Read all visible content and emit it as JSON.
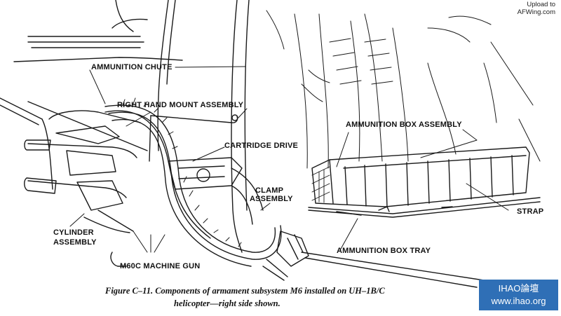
{
  "watermark_top": {
    "line1": "Upload to",
    "line2": "AFWing.com"
  },
  "labels": {
    "ammunition_chute": "AMMUNITION CHUTE",
    "right_hand_mount": "RIGHT HAND MOUNT ASSEMBLY",
    "cartridge_drive": "CARTRIDGE DRIVE",
    "ammunition_box_assembly": "AMMUNITION BOX ASSEMBLY",
    "clamp_line1": "CLAMP",
    "clamp_line2": "ASSEMBLY",
    "strap": "STRAP",
    "cylinder_line1": "CYLINDER",
    "cylinder_line2": "ASSEMBLY",
    "m60c": "M60C MACHINE GUN",
    "ammunition_box_tray": "AMMUNITION BOX TRAY"
  },
  "caption": {
    "line1": "Figure C–11.  Components of armament subsystem M6 installed on UH–1B/C",
    "line2": "helicopter—right side shown."
  },
  "badge": {
    "line1": "IHAO論壇",
    "line2": "www.ihao.org"
  },
  "colors": {
    "ink": "#111111",
    "paper": "#ffffff",
    "badge": "#2f6fb6"
  }
}
